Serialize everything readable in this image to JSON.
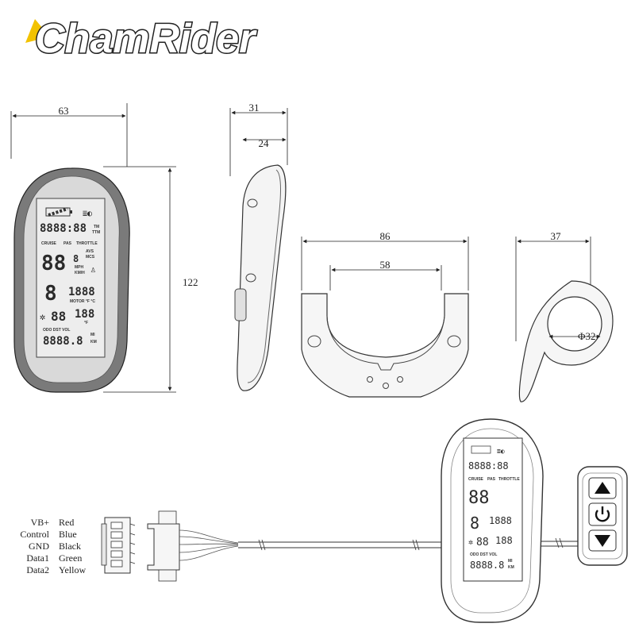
{
  "brand": {
    "logo_text": "ChamRider",
    "accent_color": "#f2c200"
  },
  "dimensions": {
    "front_width": "63",
    "front_height": "122",
    "side_depth": "31",
    "side_inner": "24",
    "bracket_width": "86",
    "bracket_inner": "58",
    "clamp_width": "37",
    "clamp_diameter": "Φ32"
  },
  "lcd": {
    "speed_main": "8888:88",
    "unit_tm": "TM",
    "unit_ttm": "TTM",
    "mode_cruise": "CRUISE",
    "mode_pas": "PAS",
    "mode_throttle": "THROTTLE",
    "speed_big": "88",
    "speed_small": "8",
    "avs": "AVS",
    "mcs": "MCS",
    "mph": "MPH",
    "kmh": "KM/H",
    "assist_digit": "8",
    "power_digits": "1888",
    "motor_label": "MOTOR °F °C",
    "temp_left": "88",
    "temp_right": "188",
    "temp_unit": "°F",
    "odo_labels": "ODO DST VOL",
    "odo_digits": "8888.8",
    "mi": "MI",
    "km": "KM"
  },
  "wiring": {
    "signals": [
      "VB+",
      "Control",
      "GND",
      "Data1",
      "Data2"
    ],
    "colors": [
      "Red",
      "Blue",
      "Black",
      "Green",
      "Yellow"
    ]
  },
  "remote": {
    "up_icon": "triangle-up-icon",
    "power_icon": "power-icon",
    "down_icon": "triangle-down-icon"
  }
}
